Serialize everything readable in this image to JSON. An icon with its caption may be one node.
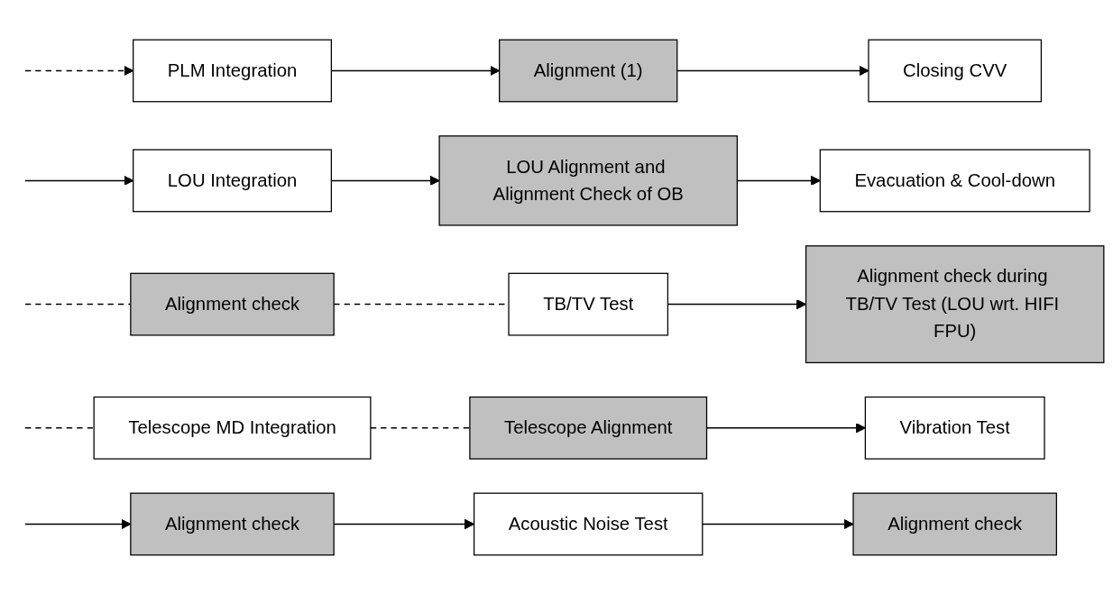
{
  "diagram": {
    "nodes": [
      {
        "text": [
          "PLM Integration"
        ]
      },
      {
        "text": [
          "Alignment (1)"
        ]
      },
      {
        "text": [
          "Closing CVV"
        ]
      },
      {
        "text": [
          "LOU Integration"
        ]
      },
      {
        "text": [
          "LOU Alignment and Alignment Check of OB"
        ]
      },
      {
        "text": [
          "Evacuation & Cool-down"
        ]
      },
      {
        "text": [
          "Alignment check"
        ]
      },
      {
        "text": [
          "TB/TV Test"
        ]
      },
      {
        "text": [
          "Alignment check during TB/TV Test (LOU wrt. HIFI FPU)"
        ]
      },
      {
        "text": [
          "Telescope MD Integration"
        ]
      },
      {
        "text": [
          "Telescope Alignment"
        ]
      },
      {
        "text": [
          "Vibration Test"
        ]
      },
      {
        "text": [
          "Alignment check"
        ]
      },
      {
        "text": [
          "Acoustic Noise Test"
        ]
      },
      {
        "text": [
          "Alignment check"
        ]
      }
    ],
    "edges": [
      {
        "from": null,
        "to": 0,
        "arrow": "to",
        "style": "dashed"
      },
      {
        "from": 0,
        "to": 1,
        "arrow": "to"
      },
      {
        "from": 1,
        "to": 2,
        "arrow": "to"
      },
      {
        "from": null,
        "to": 3,
        "arrow": "to"
      },
      {
        "from": 3,
        "to": 4,
        "arrow": "to"
      },
      {
        "from": 4,
        "to": 5,
        "arrow": "to"
      },
      {
        "from": null,
        "to": 6,
        "arrow": "none",
        "style": "dashed"
      },
      {
        "from": 6,
        "to": 7,
        "arrow": "none",
        "style": "dashed"
      },
      {
        "from": 7,
        "to": 8,
        "arrow": "to"
      },
      {
        "from": null,
        "to": 9,
        "arrow": "none",
        "style": "dashed"
      },
      {
        "from": 9,
        "to": 10,
        "arrow": "none",
        "style": "dashed"
      },
      {
        "from": 10,
        "to": 11,
        "arrow": "to"
      },
      {
        "from": null,
        "to": 12,
        "arrow": "to"
      },
      {
        "from": 12,
        "to": 13,
        "arrow": "to"
      },
      {
        "from": 13,
        "to": 14,
        "arrow": "to"
      }
    ]
  }
}
